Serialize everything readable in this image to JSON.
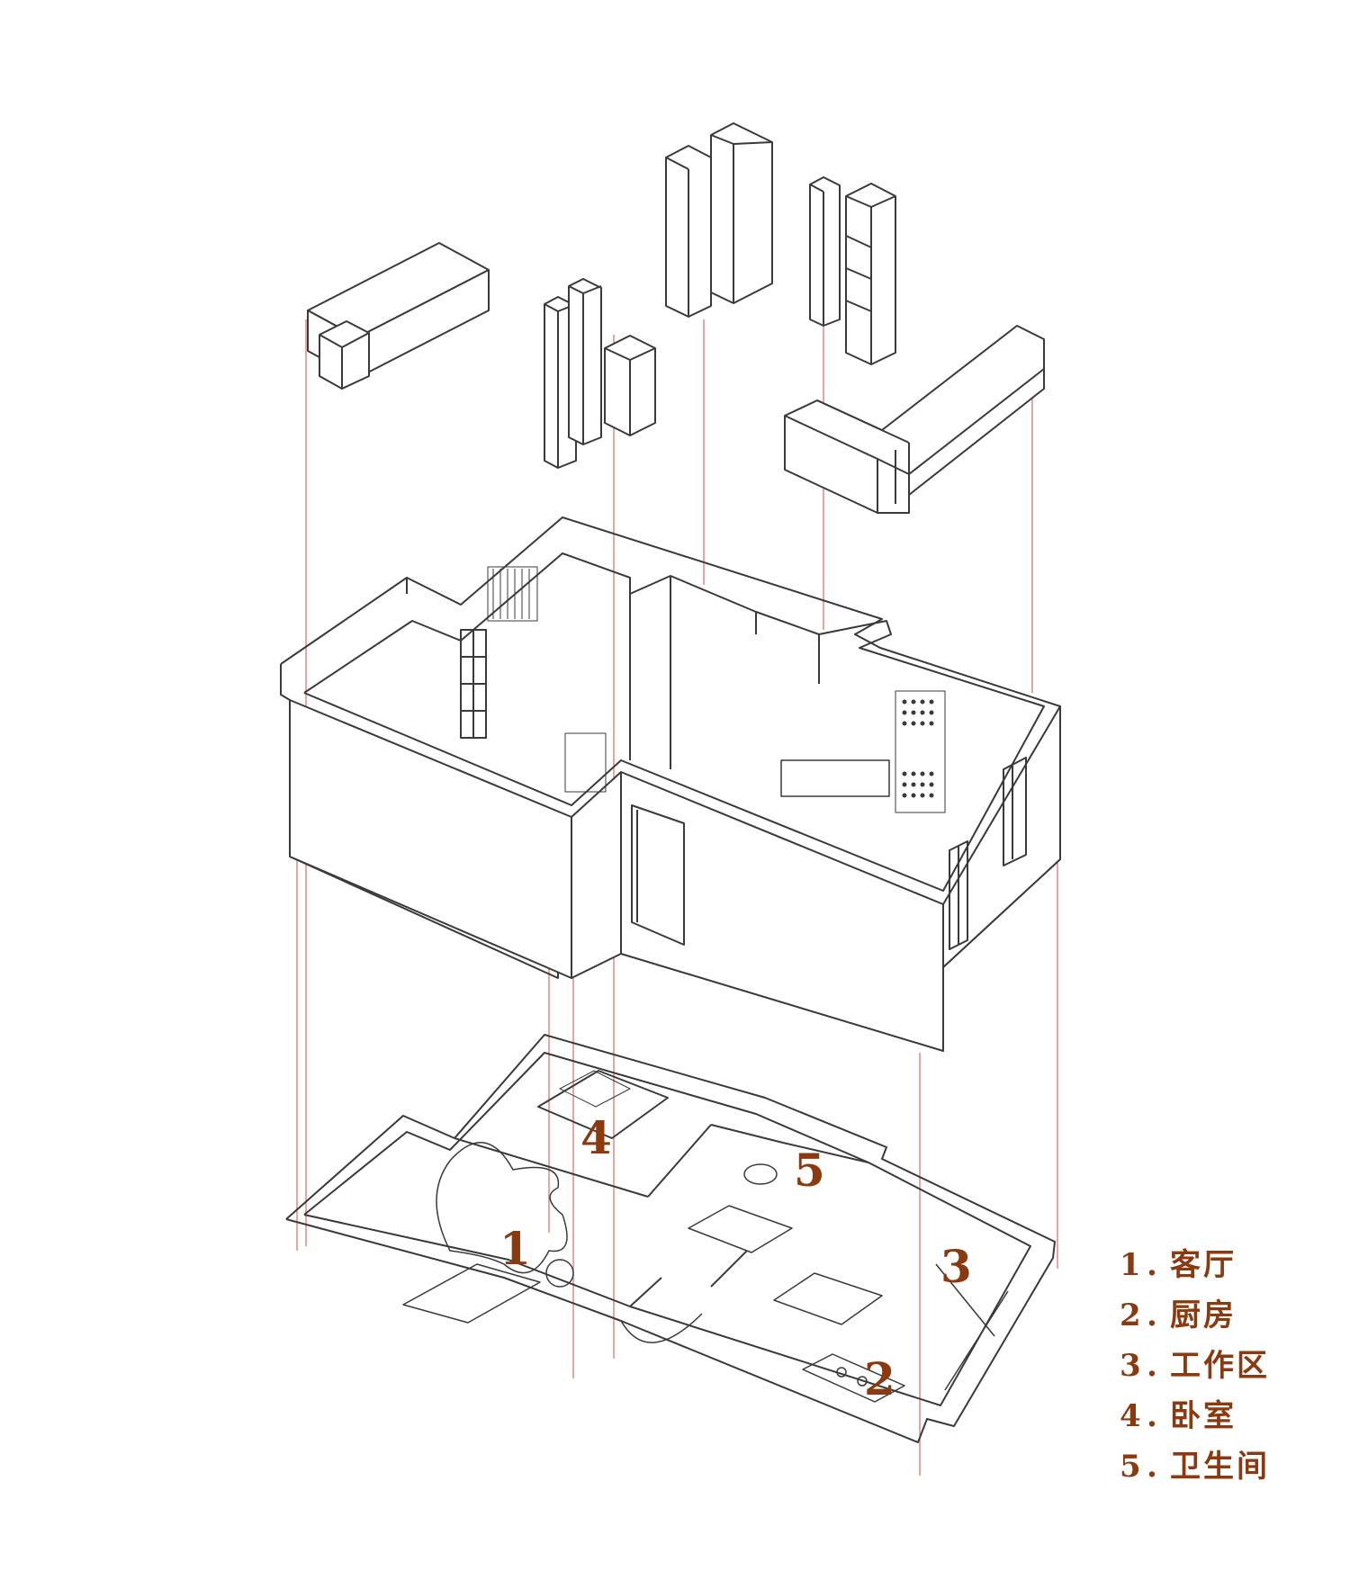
{
  "colors": {
    "label": "#8b3a0f",
    "line": "#3a3a3a",
    "guide": "#e06a5c"
  },
  "rooms": [
    {
      "number": "1",
      "name": "客厅"
    },
    {
      "number": "2",
      "name": "厨房"
    },
    {
      "number": "3",
      "name": "工作区"
    },
    {
      "number": "4",
      "name": "卧室"
    },
    {
      "number": "5",
      "name": "卫生间"
    }
  ],
  "legend_separator": "."
}
